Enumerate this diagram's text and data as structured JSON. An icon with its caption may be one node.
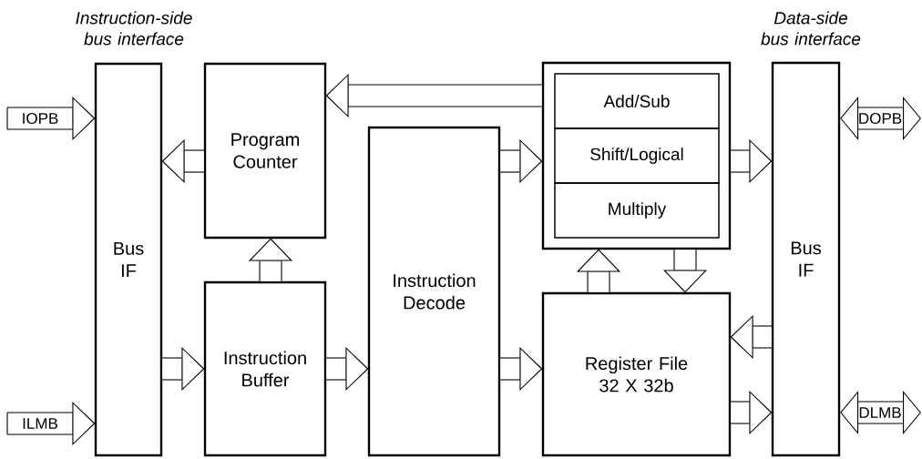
{
  "diagram": {
    "nodes": [
      {
        "text": [
          "Bus IF"
        ],
        "beside": [
          "Instruction-side bus interface"
        ]
      },
      {
        "text": [
          "Program Counter"
        ]
      },
      {
        "text": [
          "Instruction Buffer"
        ]
      },
      {
        "text": [
          "Instruction Decode"
        ]
      },
      {
        "text": [],
        "shape": "box"
      },
      {
        "text": [
          "Add/Sub"
        ],
        "in": 4
      },
      {
        "text": [
          "Shift/Logical"
        ],
        "in": 4
      },
      {
        "text": [
          "Multiply"
        ],
        "in": 4
      },
      {
        "text": [
          "Register File 32 X 32b"
        ]
      },
      {
        "text": [
          "Bus IF"
        ],
        "beside": [
          "Data-side bus interface"
        ]
      }
    ],
    "edges": [
      {
        "from": null,
        "to": 0,
        "arrow": "to",
        "label": "IOPB"
      },
      {
        "from": null,
        "to": 0,
        "arrow": "to",
        "label": "ILMB"
      },
      {
        "from": 1,
        "to": 0,
        "arrow": "to"
      },
      {
        "from": 0,
        "to": 2,
        "arrow": "to"
      },
      {
        "from": 2,
        "to": 1,
        "arrow": "to"
      },
      {
        "from": 2,
        "to": 3,
        "arrow": "to"
      },
      {
        "from": 4,
        "to": 1,
        "arrow": "to"
      },
      {
        "from": 3,
        "to": 4,
        "arrow": "to"
      },
      {
        "from": 3,
        "to": 8,
        "arrow": "to"
      },
      {
        "from": 8,
        "to": 4,
        "arrow": "to"
      },
      {
        "from": 4,
        "to": 8,
        "arrow": "to"
      },
      {
        "from": 4,
        "to": 9,
        "arrow": "to"
      },
      {
        "from": 9,
        "to": 8,
        "arrow": "to"
      },
      {
        "from": 8,
        "to": 9,
        "arrow": "to"
      },
      {
        "from": 9,
        "to": null,
        "arrow": "both",
        "label": "DOPB"
      },
      {
        "from": 9,
        "to": null,
        "arrow": "both",
        "label": "DLMB"
      }
    ]
  }
}
